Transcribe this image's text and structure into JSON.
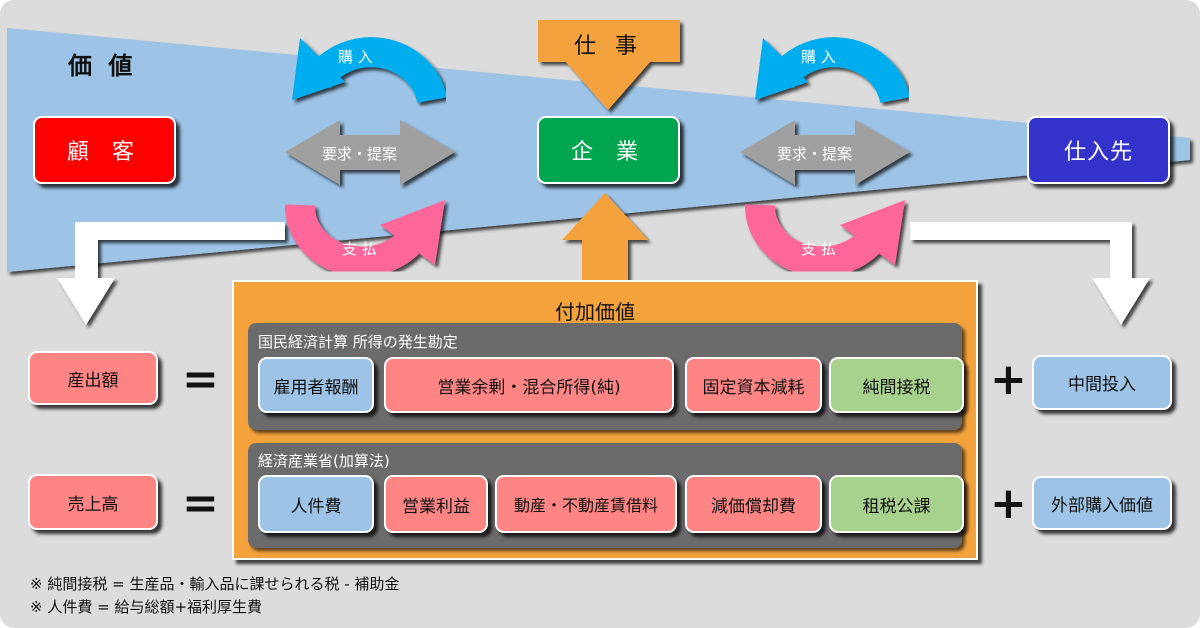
{
  "value_label": "価 値",
  "entities": {
    "customer": "顧 客",
    "company": "企 業",
    "supplier": "仕入先"
  },
  "work": "仕 事",
  "flows": {
    "purchase": "購 入",
    "request": "要求・提案",
    "payment": "支 払"
  },
  "added_value": {
    "title": "付加価値",
    "sna": {
      "label": "国民経済計算 所得の発生勘定",
      "items": [
        "雇用者報酬",
        "営業余剰・混合所得(純)",
        "固定資本減耗",
        "純間接税"
      ]
    },
    "meti": {
      "label": "経済産業省(加算法)",
      "items": [
        "人件費",
        "営業利益",
        "動産・不動産賃借料",
        "減価償却費",
        "租税公課"
      ]
    }
  },
  "left": {
    "output": "産出額",
    "sales": "売上高",
    "equals": "="
  },
  "right": {
    "intermediate": "中間投入",
    "external": "外部購入価値",
    "plus": "+"
  },
  "notes": [
    "※ 純間接税 = 生産品・輸入品に課せられる税 - 補助金",
    "※ 人件費 = 給与総額+福利厚生費"
  ],
  "colors": {
    "customer": "#ff0000",
    "company": "#00a550",
    "supplier": "#3333cc",
    "orange": "#f4a23c",
    "wedge": "#9dc3e6",
    "purchase": "#00aeef",
    "payment": "#ff6699",
    "request": "#a0a0a0"
  }
}
